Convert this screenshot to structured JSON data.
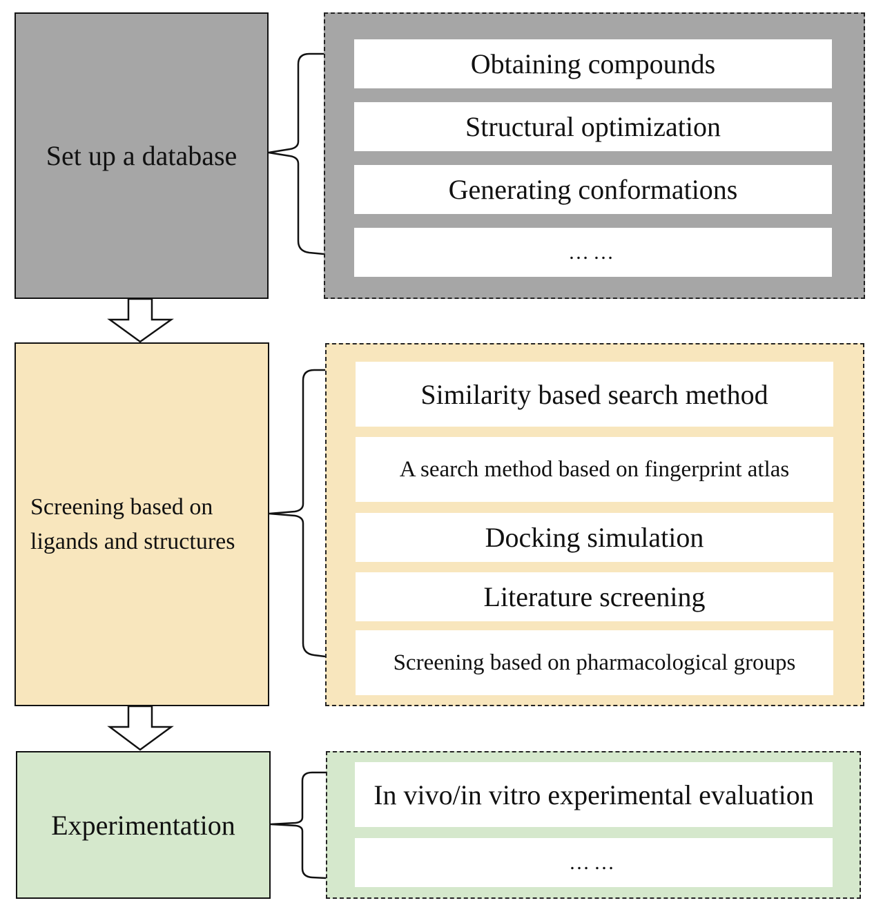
{
  "colors": {
    "database": "#a6a6a6",
    "screening": "#f8e6bd",
    "experimentation": "#d5e8cc",
    "item_fill": "#ffffff",
    "stroke": "#111111"
  },
  "stages": [
    {
      "label": "Set up a database",
      "items": [
        "Obtaining compounds",
        "Structural optimization",
        "Generating conformations",
        "……"
      ]
    },
    {
      "label": "Screening based on ligands and structures",
      "items": [
        "Similarity based search method",
        "A search method based on fingerprint atlas",
        "Docking simulation",
        "Literature screening",
        "Screening based on pharmacological groups"
      ]
    },
    {
      "label": "Experimentation",
      "items": [
        "In vivo/in vitro experimental evaluation",
        "……"
      ]
    }
  ]
}
